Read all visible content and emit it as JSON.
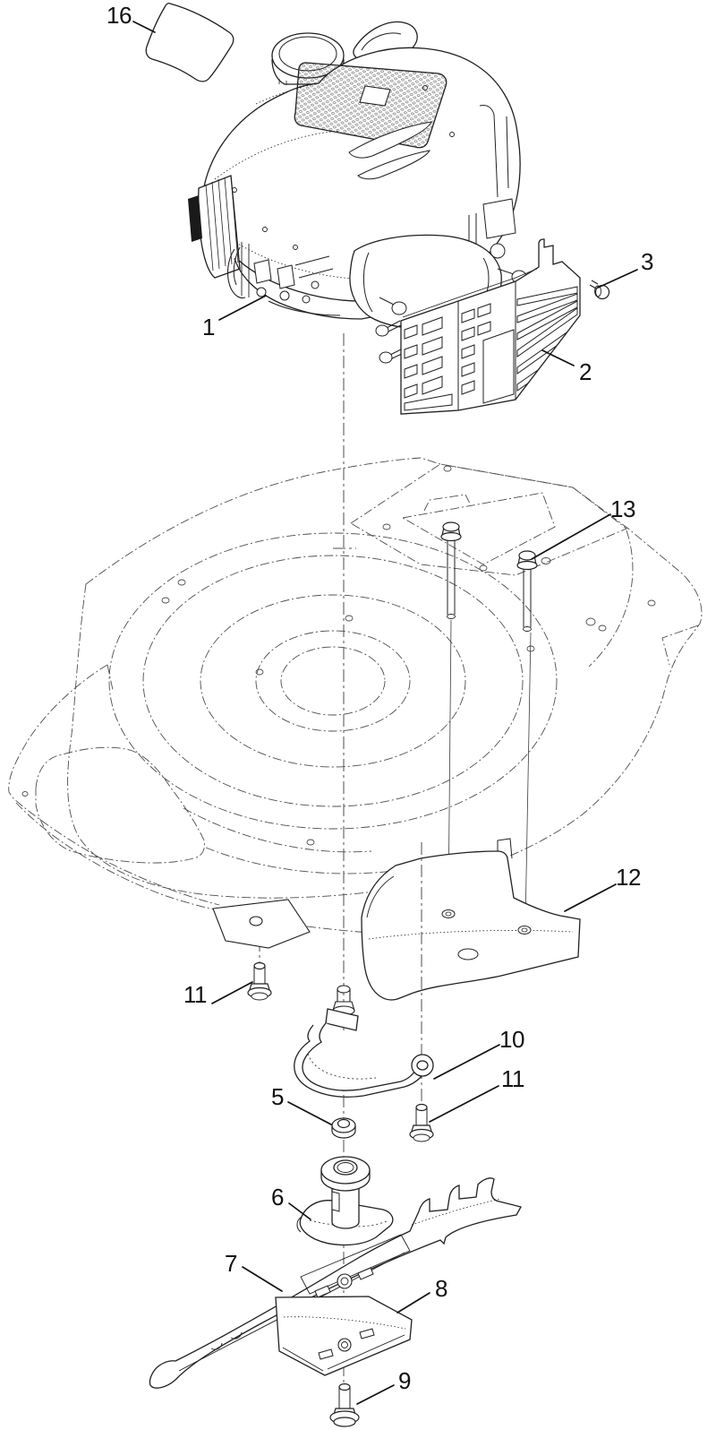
{
  "figure": {
    "background_color": "#ffffff",
    "ink_color": "#231f20",
    "phantom_line_color": "#4d4d4d",
    "callouts": [
      {
        "label": "16"
      },
      {
        "label": "1"
      },
      {
        "label": "2"
      },
      {
        "label": "3"
      },
      {
        "label": "13"
      },
      {
        "label": "12"
      },
      {
        "label": "11"
      },
      {
        "label": "10"
      },
      {
        "label": "11"
      },
      {
        "label": "5"
      },
      {
        "label": "6"
      },
      {
        "label": "7"
      },
      {
        "label": "8"
      },
      {
        "label": "9"
      }
    ]
  }
}
